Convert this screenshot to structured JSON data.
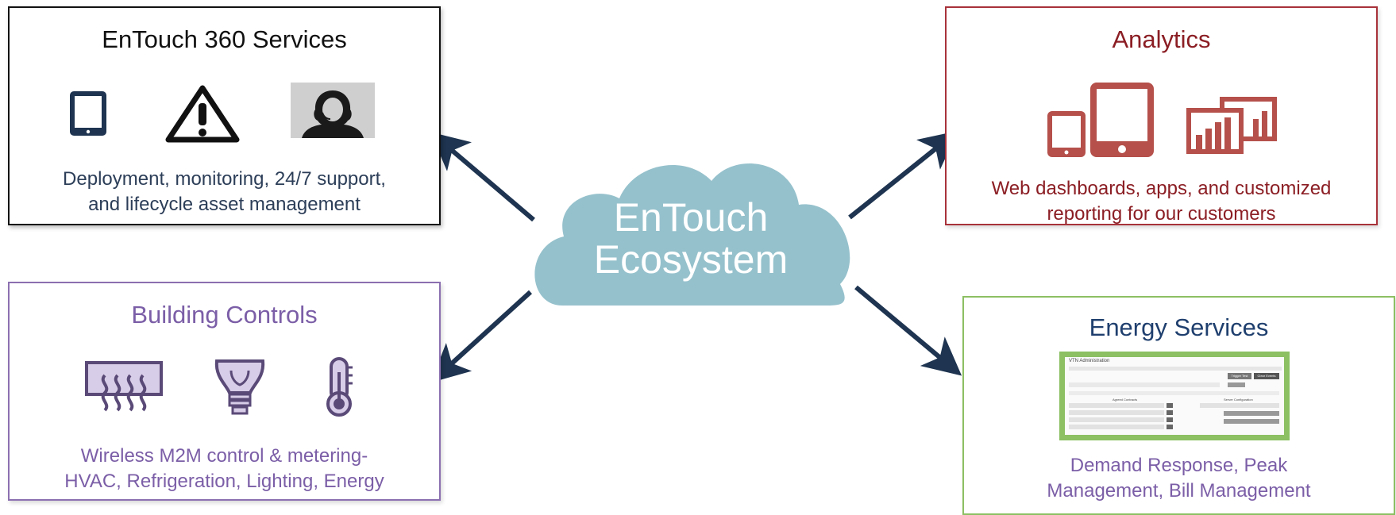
{
  "center": {
    "line1": "EnTouch",
    "line2": "Ecosystem"
  },
  "services": {
    "title": "EnTouch 360 Services",
    "desc_line1": "Deployment, monitoring, 24/7  support,",
    "desc_line2": "and lifecycle asset management",
    "icons": [
      "tablet-icon",
      "warning-icon",
      "support-agent-icon"
    ]
  },
  "analytics": {
    "title": "Analytics",
    "desc_line1": "Web dashboards, apps, and customized",
    "desc_line2": "reporting for our customers",
    "icons": [
      "devices-icon",
      "bar-chart-screens-icon"
    ]
  },
  "controls": {
    "title": "Building Controls",
    "desc_line1": "Wireless M2M control & metering-",
    "desc_line2": "HVAC, Refrigeration, Lighting, Energy",
    "icons": [
      "heater-icon",
      "light-bulb-icon",
      "thermometer-icon"
    ]
  },
  "energy": {
    "title": "Energy Services",
    "desc_line1": "Demand Response, Peak",
    "desc_line2": "Management, Bill Management",
    "screenshot": {
      "header": "VTN Administration",
      "section_left": "Agreed Contracts",
      "section_right": "Server Configuration",
      "buttons": [
        "Trigger Test",
        "Clear Events"
      ]
    }
  },
  "colors": {
    "services_title": "#111111",
    "services_text": "#2c3e58",
    "analytics": "#8b1e24",
    "analytics_icon": "#b5504a",
    "controls": "#7b5ea7",
    "energy_title": "#1f3f6e",
    "energy_text": "#7b5ea7",
    "energy_border": "#8cc063",
    "cloud": "#95c1cc",
    "arrow": "#1e3450",
    "icon_dark": "#1e3450"
  }
}
